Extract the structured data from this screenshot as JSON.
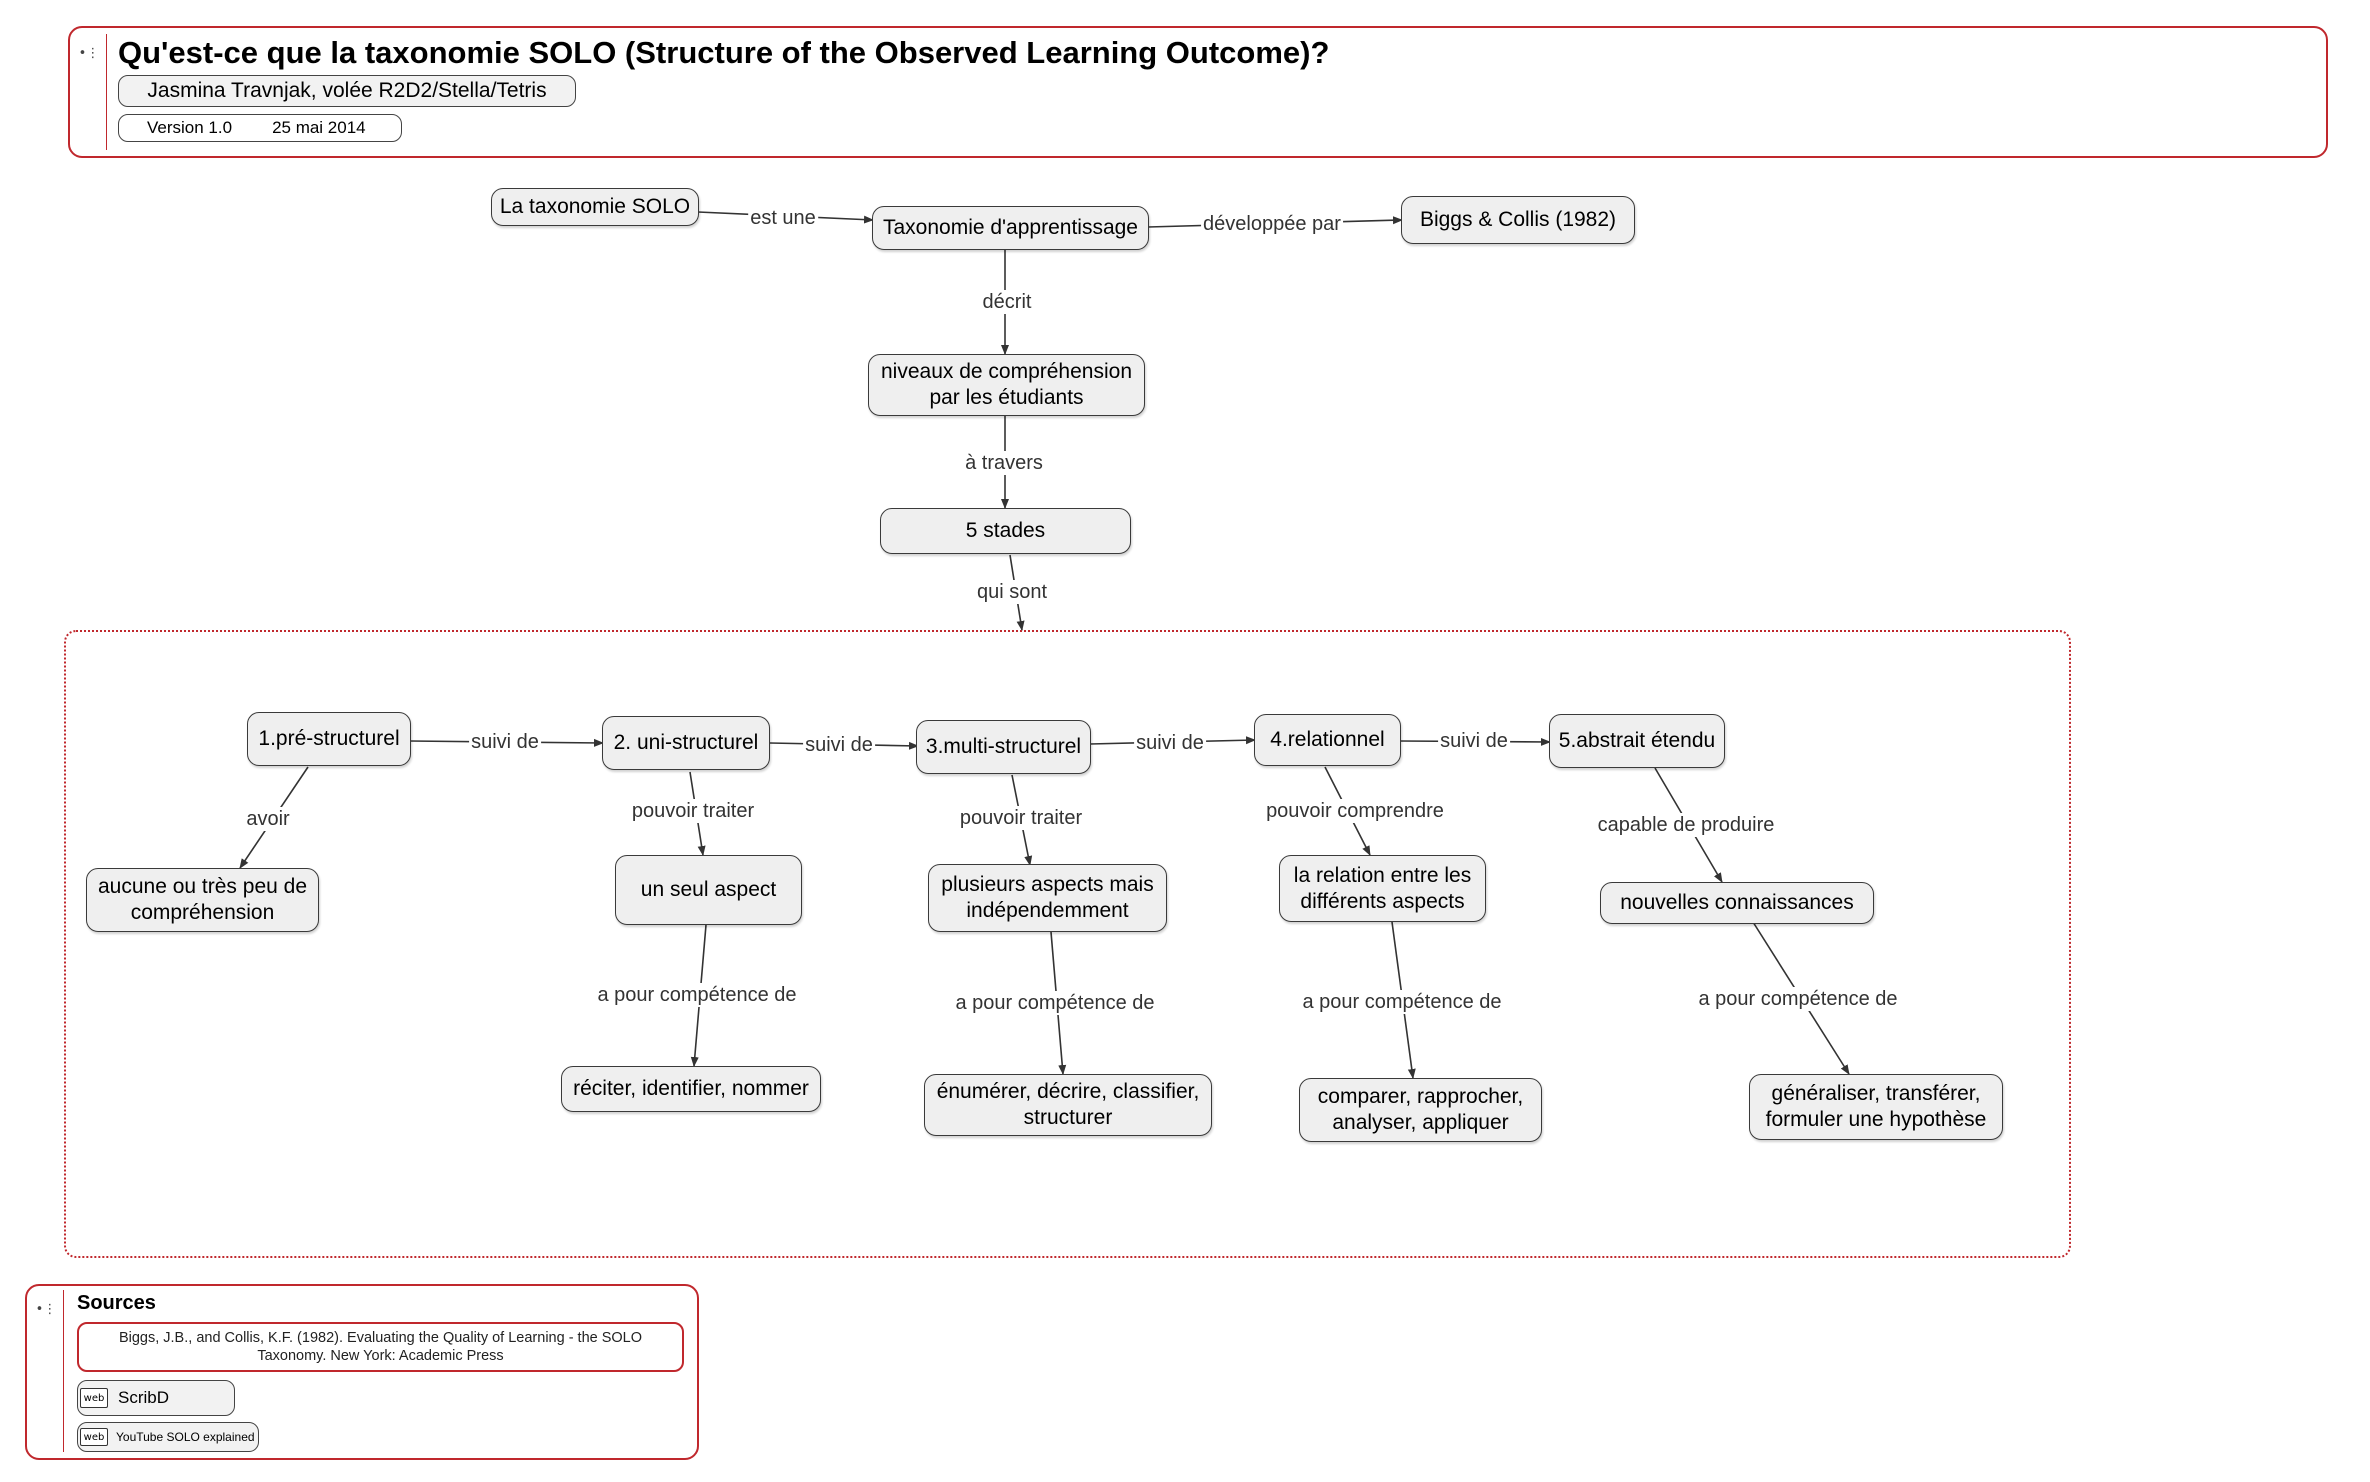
{
  "header": {
    "title": "Qu'est-ce que la taxonomie SOLO (Structure of the Observed Learning Outcome)?",
    "author": "Jasmina Travnjak, volée R2D2/Stella/Tetris",
    "version": "Version 1.0",
    "date": "25 mai 2014"
  },
  "nodes": {
    "solo": "La taxonomie SOLO",
    "taxonomie": "Taxonomie d'apprentissage",
    "biggs": "Biggs & Collis (1982)",
    "niveaux": "niveaux de compréhension par les étudiants",
    "stades": "5 stades",
    "s1": "1.pré-structurel",
    "s2": "2. uni-structurel",
    "s3": "3.multi-structurel",
    "s4": "4.relationnel",
    "s5": "5.abstrait étendu",
    "aucune": "aucune ou très peu de compréhension",
    "seul": "un seul aspect",
    "plusieurs": "plusieurs aspects mais indépendemment",
    "relation": "la relation entre les différents aspects",
    "nouvelles": "nouvelles connaissances",
    "reciter": "réciter, identifier, nommer",
    "enumerer": "énumérer, décrire, classifier, structurer",
    "comparer": "comparer, rapprocher, analyser, appliquer",
    "generaliser": "généraliser, transférer, formuler une hypothèse"
  },
  "links": {
    "est_une": "est une",
    "developpee_par": "développée par",
    "decrit": "décrit",
    "a_travers": "à travers",
    "qui_sont": "qui sont",
    "suivi_de_1": "suivi de",
    "suivi_de_2": "suivi de",
    "suivi_de_3": "suivi de",
    "suivi_de_4": "suivi de",
    "avoir": "avoir",
    "pouvoir_traiter_1": "pouvoir traiter",
    "pouvoir_traiter_2": "pouvoir traiter",
    "pouvoir_comprendre": "pouvoir comprendre",
    "capable_de_produire": "capable de produire",
    "competence_1": "a pour compétence de",
    "competence_2": "a pour compétence de",
    "competence_3": "a pour compétence de",
    "competence_4": "a pour compétence de"
  },
  "sources": {
    "title": "Sources",
    "reference": "Biggs, J.B., and Collis, K.F. (1982). Evaluating the Quality of Learning - the SOLO Taxonomy. New York: Academic Press",
    "web_badge": "web",
    "link1": "ScribD",
    "link2": "YouTube SOLO explained"
  },
  "colors": {
    "frame": "#c0282d",
    "node_fill": "#efefef",
    "node_border": "#3a3a3a"
  },
  "icons": {
    "handle": "outline-handle-icon",
    "web": "web-link-icon"
  }
}
